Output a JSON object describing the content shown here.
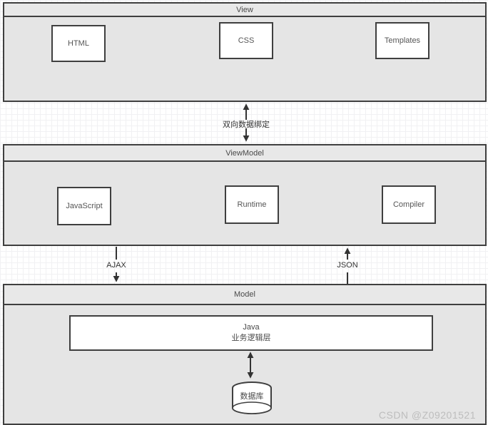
{
  "diagram": {
    "view": {
      "title": "View",
      "boxes": [
        "HTML",
        "CSS",
        "Templates"
      ]
    },
    "viewmodel": {
      "title": "ViewModel",
      "boxes": [
        "JavaScript",
        "Runtime",
        "Compiler"
      ]
    },
    "model": {
      "title": "Model",
      "business_layer": {
        "line1": "Java",
        "line2": "业务逻辑层"
      },
      "database_label": "数据库"
    },
    "connectors": {
      "view_viewmodel_label": "双向数据绑定",
      "ajax_label": "AJAX",
      "json_label": "JSON"
    }
  },
  "watermark": "CSDN @Z09201521",
  "colors": {
    "section_fill": "#e5e5e5",
    "node_fill": "#ffffff",
    "border": "#3f3f3f",
    "arrow": "#333333",
    "watermark": "#bdbdbd"
  }
}
